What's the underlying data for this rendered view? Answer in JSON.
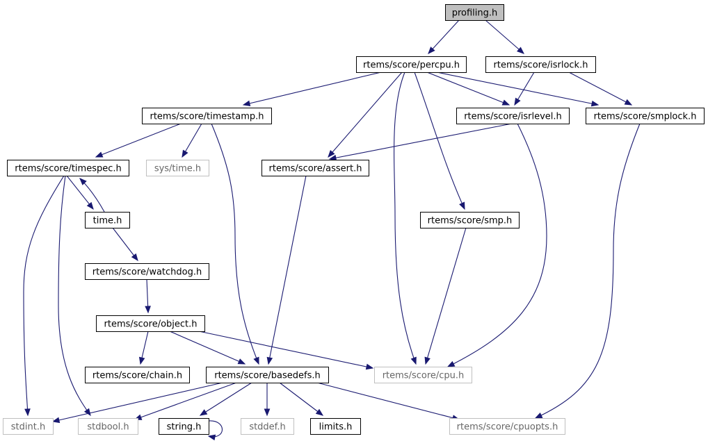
{
  "diagram": {
    "nodes": [
      {
        "id": "profiling",
        "label": "profiling.h",
        "style": "root"
      },
      {
        "id": "percpu",
        "label": "rtems/score/percpu.h",
        "style": "normal"
      },
      {
        "id": "isrlock",
        "label": "rtems/score/isrlock.h",
        "style": "normal"
      },
      {
        "id": "timestamp",
        "label": "rtems/score/timestamp.h",
        "style": "normal"
      },
      {
        "id": "isrlevel",
        "label": "rtems/score/isrlevel.h",
        "style": "normal"
      },
      {
        "id": "smplock",
        "label": "rtems/score/smplock.h",
        "style": "normal"
      },
      {
        "id": "timespec",
        "label": "rtems/score/timespec.h",
        "style": "normal"
      },
      {
        "id": "systime",
        "label": "sys/time.h",
        "style": "external"
      },
      {
        "id": "assert",
        "label": "rtems/score/assert.h",
        "style": "normal"
      },
      {
        "id": "time",
        "label": "time.h",
        "style": "normal"
      },
      {
        "id": "smp",
        "label": "rtems/score/smp.h",
        "style": "normal"
      },
      {
        "id": "watchdog",
        "label": "rtems/score/watchdog.h",
        "style": "normal"
      },
      {
        "id": "object",
        "label": "rtems/score/object.h",
        "style": "normal"
      },
      {
        "id": "chain",
        "label": "rtems/score/chain.h",
        "style": "normal"
      },
      {
        "id": "basedefs",
        "label": "rtems/score/basedefs.h",
        "style": "normal"
      },
      {
        "id": "cpu",
        "label": "rtems/score/cpu.h",
        "style": "external"
      },
      {
        "id": "stdint",
        "label": "stdint.h",
        "style": "external"
      },
      {
        "id": "stdbool",
        "label": "stdbool.h",
        "style": "external"
      },
      {
        "id": "string",
        "label": "string.h",
        "style": "normal"
      },
      {
        "id": "stddef",
        "label": "stddef.h",
        "style": "external"
      },
      {
        "id": "limits",
        "label": "limits.h",
        "style": "normal"
      },
      {
        "id": "cpuopts",
        "label": "rtems/score/cpuopts.h",
        "style": "external"
      }
    ],
    "edges": [
      {
        "from": "profiling",
        "to": "percpu"
      },
      {
        "from": "profiling",
        "to": "isrlock"
      },
      {
        "from": "percpu",
        "to": "timestamp"
      },
      {
        "from": "percpu",
        "to": "isrlevel"
      },
      {
        "from": "percpu",
        "to": "smplock"
      },
      {
        "from": "percpu",
        "to": "assert"
      },
      {
        "from": "percpu",
        "to": "cpu"
      },
      {
        "from": "percpu",
        "to": "smp"
      },
      {
        "from": "isrlock",
        "to": "isrlevel"
      },
      {
        "from": "isrlock",
        "to": "smplock"
      },
      {
        "from": "timestamp",
        "to": "timespec"
      },
      {
        "from": "timestamp",
        "to": "systime"
      },
      {
        "from": "timestamp",
        "to": "basedefs"
      },
      {
        "from": "isrlevel",
        "to": "assert"
      },
      {
        "from": "isrlevel",
        "to": "cpu"
      },
      {
        "from": "smplock",
        "to": "cpuopts"
      },
      {
        "from": "timespec",
        "to": "time"
      },
      {
        "from": "timespec",
        "to": "stdint"
      },
      {
        "from": "timespec",
        "to": "stdbool"
      },
      {
        "from": "time",
        "to": "timespec"
      },
      {
        "from": "time",
        "to": "watchdog"
      },
      {
        "from": "assert",
        "to": "basedefs"
      },
      {
        "from": "smp",
        "to": "cpu"
      },
      {
        "from": "watchdog",
        "to": "object"
      },
      {
        "from": "object",
        "to": "chain"
      },
      {
        "from": "object",
        "to": "basedefs"
      },
      {
        "from": "object",
        "to": "cpu"
      },
      {
        "from": "basedefs",
        "to": "stdint"
      },
      {
        "from": "basedefs",
        "to": "stdbool"
      },
      {
        "from": "basedefs",
        "to": "string"
      },
      {
        "from": "basedefs",
        "to": "stddef"
      },
      {
        "from": "basedefs",
        "to": "limits"
      },
      {
        "from": "basedefs",
        "to": "cpuopts"
      },
      {
        "from": "string",
        "to": "string"
      }
    ]
  }
}
